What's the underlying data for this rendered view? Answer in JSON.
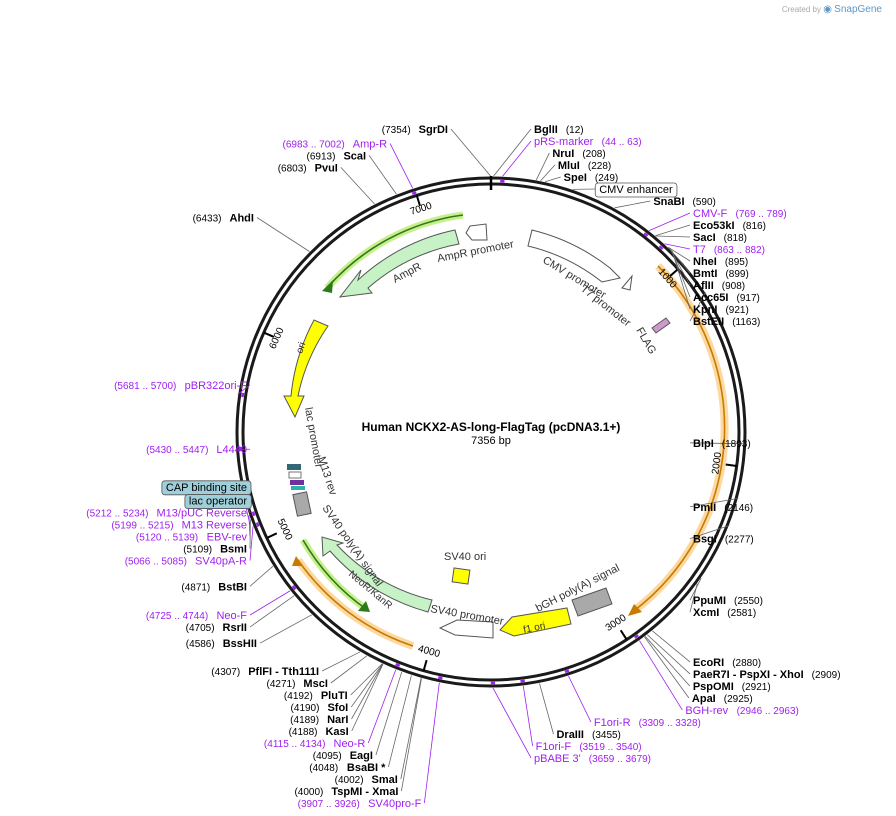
{
  "credit": {
    "created_by": "Created by",
    "product": "SnapGene"
  },
  "plasmid": {
    "name": "Human NCKX2-AS-long-FlagTag (pcDNA3.1+)",
    "size": "7356 bp",
    "length_bp": 7356
  },
  "colors": {
    "site": "#000000",
    "primer": "#a020f0",
    "feature_label": "#333333",
    "misc_feature": "#9fcfda"
  },
  "tick_labels": [
    {
      "bp": 1000,
      "text": "1000"
    },
    {
      "bp": 2000,
      "text": "2000"
    },
    {
      "bp": 3000,
      "text": "3000"
    },
    {
      "bp": 4000,
      "text": "4000"
    },
    {
      "bp": 5000,
      "text": "5000"
    },
    {
      "bp": 6000,
      "text": "6000"
    },
    {
      "bp": 7000,
      "text": "7000"
    }
  ],
  "sites": [
    {
      "name": "BglII",
      "pos": "(12)",
      "bp": 12
    },
    {
      "name": "SgrDI",
      "pos": "(7354)",
      "bp": 7354
    },
    {
      "name": "NruI",
      "pos": "(208)",
      "bp": 208
    },
    {
      "name": "MluI",
      "pos": "(228)",
      "bp": 228
    },
    {
      "name": "SpeI",
      "pos": "(249)",
      "bp": 249
    },
    {
      "name": "SnaBI",
      "pos": "(590)",
      "bp": 590
    },
    {
      "name": "Eco53kI",
      "pos": "(816)",
      "bp": 816
    },
    {
      "name": "SacI",
      "pos": "(818)",
      "bp": 818
    },
    {
      "name": "NheI",
      "pos": "(895)",
      "bp": 895
    },
    {
      "name": "BmtI",
      "pos": "(899)",
      "bp": 899
    },
    {
      "name": "AflII",
      "pos": "(908)",
      "bp": 908
    },
    {
      "name": "Acc65I",
      "pos": "(917)",
      "bp": 917
    },
    {
      "name": "KpnI",
      "pos": "(921)",
      "bp": 921
    },
    {
      "name": "BstEII",
      "pos": "(1163)",
      "bp": 1163
    },
    {
      "name": "BlpI",
      "pos": "(1893)",
      "bp": 1893
    },
    {
      "name": "PmlI",
      "pos": "(2146)",
      "bp": 2146
    },
    {
      "name": "BsgI",
      "pos": "(2277)",
      "bp": 2277
    },
    {
      "name": "PpuMI",
      "pos": "(2550)",
      "bp": 2550
    },
    {
      "name": "XcmI",
      "pos": "(2581)",
      "bp": 2581
    },
    {
      "name": "EcoRI",
      "pos": "(2880)",
      "bp": 2880
    },
    {
      "name": "PaeR7I  - PspXI  - XhoI",
      "pos": "(2909)",
      "bp": 2909
    },
    {
      "name": "PspOMI",
      "pos": "(2921)",
      "bp": 2921
    },
    {
      "name": "ApaI",
      "pos": "(2925)",
      "bp": 2925
    },
    {
      "name": "DraIII",
      "pos": "(3455)",
      "bp": 3455
    },
    {
      "name": "TspMI  - XmaI",
      "pos": "(4000)",
      "bp": 4000
    },
    {
      "name": "SmaI",
      "pos": "(4002)",
      "bp": 4002
    },
    {
      "name": "BsaBI  *",
      "pos": "(4048)",
      "bp": 4048
    },
    {
      "name": "EagI",
      "pos": "(4095)",
      "bp": 4095
    },
    {
      "name": "KasI",
      "pos": "(4188)",
      "bp": 4188
    },
    {
      "name": "NarI",
      "pos": "(4189)",
      "bp": 4189
    },
    {
      "name": "SfoI",
      "pos": "(4190)",
      "bp": 4190
    },
    {
      "name": "PluTI",
      "pos": "(4192)",
      "bp": 4192
    },
    {
      "name": "MscI",
      "pos": "(4271)",
      "bp": 4271
    },
    {
      "name": "PflFI  - Tth111I",
      "pos": "(4307)",
      "bp": 4307
    },
    {
      "name": "BssHII",
      "pos": "(4586)",
      "bp": 4586
    },
    {
      "name": "RsrII",
      "pos": "(4705)",
      "bp": 4705
    },
    {
      "name": "BstBI",
      "pos": "(4871)",
      "bp": 4871
    },
    {
      "name": "BsmI",
      "pos": "(5109)",
      "bp": 5109
    },
    {
      "name": "AhdI",
      "pos": "(6433)",
      "bp": 6433
    },
    {
      "name": "PvuI",
      "pos": "(6803)",
      "bp": 6803
    },
    {
      "name": "ScaI",
      "pos": "(6913)",
      "bp": 6913
    }
  ],
  "primers": [
    {
      "name": "pRS-marker",
      "range": "(44 .. 63)",
      "bp": 53
    },
    {
      "name": "CMV-F",
      "range": "(769 .. 789)",
      "bp": 779
    },
    {
      "name": "T7",
      "range": "(863 .. 882)",
      "bp": 872
    },
    {
      "name": "BGH-rev",
      "range": "(2946 .. 2963)",
      "bp": 2954
    },
    {
      "name": "F1ori-R",
      "range": "(3309 .. 3328)",
      "bp": 3318
    },
    {
      "name": "F1ori-F",
      "range": "(3519 .. 3540)",
      "bp": 3530
    },
    {
      "name": "pBABE 3'",
      "range": "(3659 .. 3679)",
      "bp": 3669
    },
    {
      "name": "SV40pro-F",
      "range": "(3907 .. 3926)",
      "bp": 3916
    },
    {
      "name": "Neo-R",
      "range": "(4115 .. 4134)",
      "bp": 4124
    },
    {
      "name": "Neo-F",
      "range": "(4725 .. 4744)",
      "bp": 4734
    },
    {
      "name": "SV40pA-R",
      "range": "(5066 .. 5085)",
      "bp": 5075
    },
    {
      "name": "EBV-rev",
      "range": "(5120 .. 5139)",
      "bp": 5129
    },
    {
      "name": "M13 Reverse",
      "range": "(5199 .. 5215)",
      "bp": 5207
    },
    {
      "name": "M13/pUC Reverse",
      "range": "(5212 .. 5234)",
      "bp": 5223
    },
    {
      "name": "L4440",
      "range": "(5430 .. 5447)",
      "bp": 5438
    },
    {
      "name": "pBR322ori-F",
      "range": "(5681 .. 5700)",
      "bp": 5690
    },
    {
      "name": "Amp-R",
      "range": "(6983 .. 7002)",
      "bp": 6992
    }
  ],
  "boxed_labels": [
    {
      "name": "CMV enhancer",
      "bp": 380,
      "fill": "#ffffff"
    },
    {
      "name": "CAP binding site",
      "bp": 5290,
      "fill": "#9fcfda"
    },
    {
      "name": "lac operator",
      "bp": 5235,
      "fill": "#9fcfda"
    }
  ],
  "features": [
    {
      "name": "CMV promoter"
    },
    {
      "name": "T7 promoter"
    },
    {
      "name": "FLAG"
    },
    {
      "name": "bGH poly(A) signal"
    },
    {
      "name": "f1 ori"
    },
    {
      "name": "SV40 promoter"
    },
    {
      "name": "SV40 ori"
    },
    {
      "name": "NeoR/KanR"
    },
    {
      "name": "SV40 poly(A) signal"
    },
    {
      "name": "M13 rev"
    },
    {
      "name": "lac promoter"
    },
    {
      "name": "ori"
    },
    {
      "name": "AmpR"
    },
    {
      "name": "AmpR promoter"
    }
  ]
}
